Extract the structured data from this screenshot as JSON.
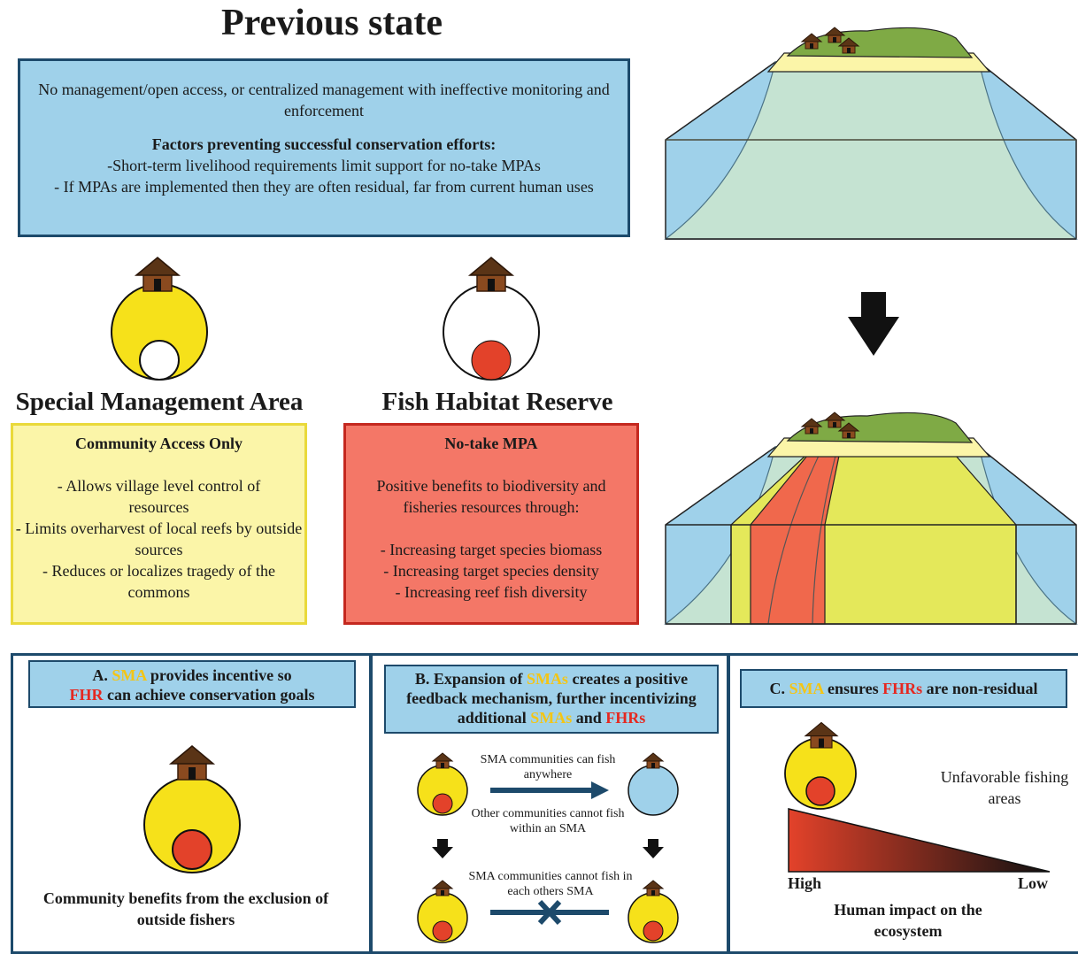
{
  "title": "Previous state",
  "previous_state": {
    "line1": "No management/open access, or centralized management with ineffective monitoring and enforcement",
    "factors_heading": "Factors preventing successful conservation efforts:",
    "factor1": "-Short-term livelihood requirements limit support for no-take MPAs",
    "factor2": "- If MPAs are implemented then they are often residual, far from current human uses"
  },
  "sma": {
    "title": "Special Management Area",
    "heading": "Community Access Only",
    "items": [
      "- Allows village level control of resources",
      "- Limits overharvest of local reefs by outside sources",
      "- Reduces or localizes tragedy of the commons"
    ]
  },
  "fhr": {
    "title": "Fish Habitat Reserve",
    "heading": "No-take MPA",
    "intro": "Positive benefits to biodiversity and fisheries resources through:",
    "items": [
      "- Increasing target species biomass",
      "- Increasing target species density",
      "- Increasing reef fish diversity"
    ]
  },
  "panel_a": {
    "head_pre": "A. ",
    "head_sma": "SMA",
    "head_mid": " provides incentive so ",
    "head_fhr": "FHR",
    "head_post": " can achieve conservation goals",
    "caption": "Community benefits from the exclusion of outside fishers"
  },
  "panel_b": {
    "head_pre": "B. Expansion of ",
    "head_smas": "SMAs",
    "head_mid": " creates a positive feedback mechanism, further incentivizing additional ",
    "head_smas2": "SMAs",
    "head_and": " and ",
    "head_fhrs": "FHRs",
    "label_top": "SMA communities can fish anywhere",
    "label_mid": "Other communities cannot fish within an SMA",
    "label_bottom": "SMA communities cannot fish in each others SMA"
  },
  "panel_c": {
    "head_pre": "C. ",
    "head_sma": "SMA",
    "head_mid": " ensures ",
    "head_fhrs": "FHRs",
    "head_post": " are non-residual",
    "unfavorable": "Unfavorable fishing areas",
    "high": "High",
    "low": "Low",
    "axis_label": "Human impact on the ecosystem"
  },
  "colors": {
    "ocean": "#9fd1ea",
    "reef": "#c5e3d2",
    "sand": "#fbf5a8",
    "land": "#7faa45",
    "sma_yellow": "#f6e11a",
    "fhr_red": "#e3422a",
    "hut_brown": "#7a3e1c",
    "dark_blue": "#1d4a6b"
  }
}
